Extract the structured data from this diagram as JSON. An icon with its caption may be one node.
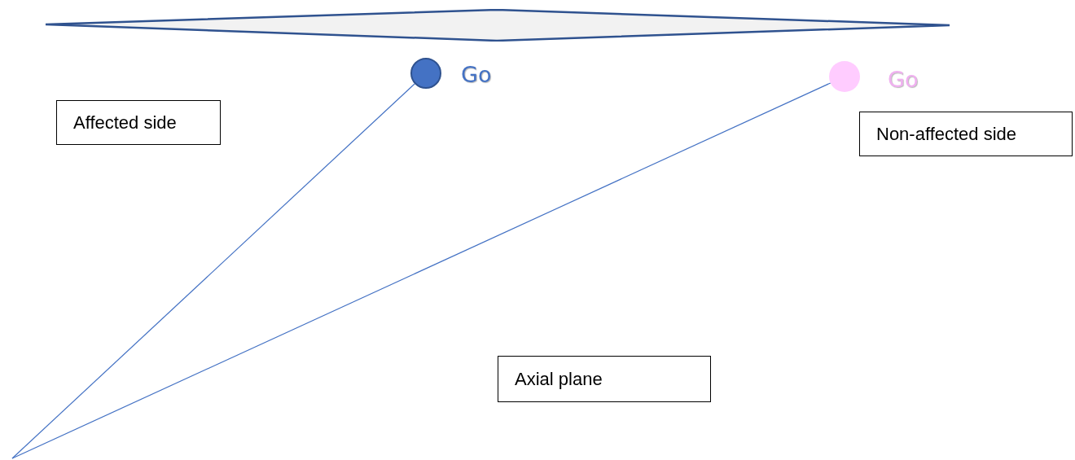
{
  "diagram": {
    "nodes": [
      {
        "text": [],
        "shape": "diamond"
      },
      {
        "text": [],
        "shape": "circle",
        "beside": [
          "Go"
        ]
      },
      {
        "text": [],
        "shape": "circle",
        "beside": [
          "Go"
        ]
      },
      {
        "text": [
          "Affected side"
        ]
      },
      {
        "text": [
          "Non-affected side"
        ]
      },
      {
        "text": [
          "Axial plane"
        ]
      }
    ],
    "edges": [
      {
        "from": 1,
        "to": null,
        "arrow": "none"
      },
      {
        "from": 2,
        "to": null,
        "arrow": "none"
      }
    ]
  }
}
